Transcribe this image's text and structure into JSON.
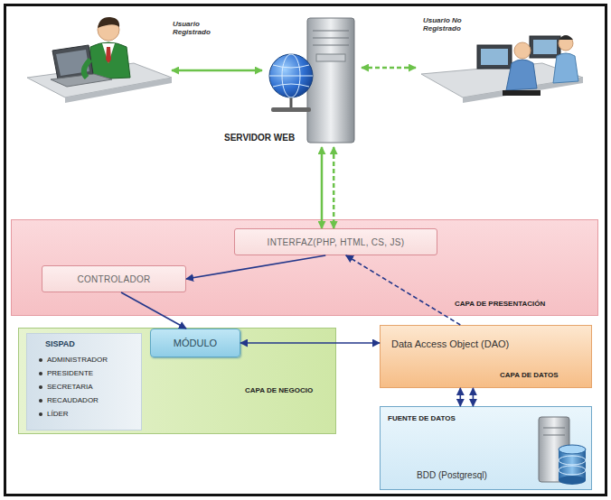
{
  "diagram": {
    "nodes": [
      {
        "text": [
          "Usuario Registrado"
        ]
      },
      {
        "text": [
          "SERVIDOR WEB"
        ]
      },
      {
        "text": [
          "Usuario No Registrado"
        ]
      },
      {
        "text": [
          "CAPA DE PRESENTACIÓN"
        ]
      },
      {
        "text": [
          "INTERFAZ(PHP, HTML, CS, JS)"
        ],
        "in": 3
      },
      {
        "text": [
          "CONTROLADOR"
        ],
        "in": 3
      },
      {
        "text": [
          "CAPA DE NEGOCIO"
        ]
      },
      {
        "text": [
          "SISPAD",
          "ADMINISTRADOR",
          "PRESIDENTE",
          "SECRETARIA",
          "RECAUDADOR",
          "LÍDER"
        ],
        "in": 6
      },
      {
        "text": [
          "MÓDULO"
        ],
        "in": 6
      },
      {
        "text": [
          "Data Access Object (DAO)",
          "CAPA DE DATOS"
        ]
      },
      {
        "text": [
          "FUENTE DE DATOS",
          "BDD (Postgresql)"
        ]
      }
    ],
    "edges": [
      {
        "from": 0,
        "to": 1,
        "arrow": "both"
      },
      {
        "from": 2,
        "to": 1,
        "arrow": "both"
      },
      {
        "from": 1,
        "to": 4,
        "arrow": "both"
      },
      {
        "from": 1,
        "to": 4,
        "arrow": "both"
      },
      {
        "from": 4,
        "to": 5,
        "arrow": "to"
      },
      {
        "from": 5,
        "to": 8,
        "arrow": "to"
      },
      {
        "from": 8,
        "to": 9,
        "arrow": "both"
      },
      {
        "from": 9,
        "to": 4,
        "arrow": "to"
      },
      {
        "from": 9,
        "to": 10,
        "arrow": "both"
      },
      {
        "from": 9,
        "to": 10,
        "arrow": "both"
      }
    ]
  }
}
